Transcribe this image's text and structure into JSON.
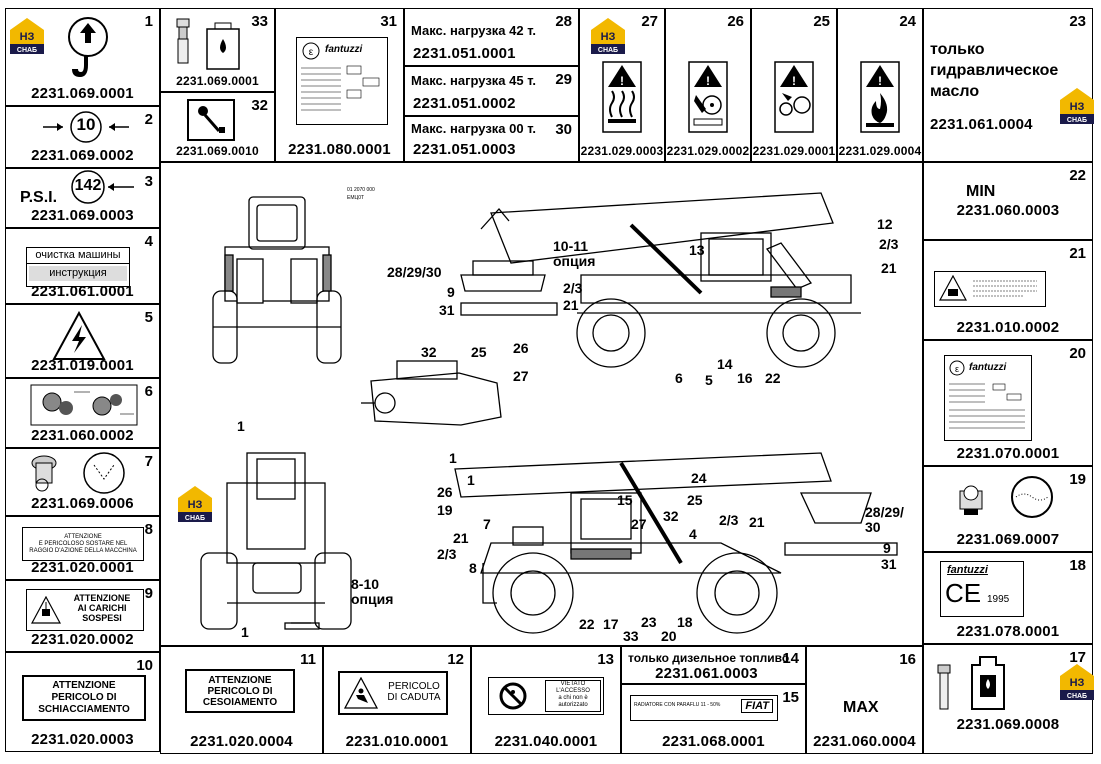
{
  "logo_text": "СНАБ",
  "logo_mark": "НЗ",
  "cells": {
    "c1": {
      "num": "1",
      "pn": "2231.069.0001"
    },
    "c2": {
      "num": "2",
      "pn": "2231.069.0002",
      "value": "10"
    },
    "c3": {
      "num": "3",
      "pn": "2231.069.0003",
      "value": "142",
      "label": "P.S.I."
    },
    "c4": {
      "num": "4",
      "pn": "2231.061.0001",
      "line1": "очистка машины",
      "line2": "инструкция"
    },
    "c5": {
      "num": "5",
      "pn": "2231.019.0001"
    },
    "c6": {
      "num": "6",
      "pn": "2231.060.0002"
    },
    "c7": {
      "num": "7",
      "pn": "2231.069.0006"
    },
    "c8": {
      "num": "8",
      "pn": "2231.020.0001",
      "text": "ATTENZIONE\nE PERICOLOSO SOSTARE NEL\nRAGGIO D'AZIONE DELLA MACCHINA"
    },
    "c9": {
      "num": "9",
      "pn": "2231.020.0002",
      "text": "ATTENZIONE\nAI CARICHI\nSOSPESI"
    },
    "c10": {
      "num": "10",
      "pn": "2231.020.0003",
      "text": "ATTENZIONE\nPERICOLO DI\nSCHIACCIAMENTO"
    },
    "c11": {
      "num": "11",
      "pn": "2231.020.0004",
      "text": "ATTENZIONE\nPERICOLO DI\nCESOIAMENTO"
    },
    "c12": {
      "num": "12",
      "pn": "2231.010.0001",
      "text": "PERICOLO\nDI CADUTA"
    },
    "c13": {
      "num": "13",
      "pn": "2231.040.0001",
      "text": "VIETATO\nL'ACCESSO\na chi non è\nautorizzato"
    },
    "c14": {
      "num": "14",
      "pn": "2231.061.0003",
      "title": "только дизельное топливо"
    },
    "c15": {
      "num": "15",
      "pn": "2231.068.0001",
      "brand": "FIAT",
      "small": "RADIATORE CON PARAFLU 11 - 50%"
    },
    "c16": {
      "num": "16",
      "pn": "2231.060.0004",
      "title": "MAX"
    },
    "c17": {
      "num": "17",
      "pn": "2231.069.0008"
    },
    "c18": {
      "num": "18",
      "pn": "2231.078.0001",
      "brand": "fantuzzi",
      "year": "1995",
      "ce": "CE"
    },
    "c19": {
      "num": "19",
      "pn": "2231.069.0007"
    },
    "c20": {
      "num": "20",
      "pn": "2231.070.0001",
      "brand": "fantuzzi"
    },
    "c21": {
      "num": "21",
      "pn": "2231.010.0002"
    },
    "c22": {
      "num": "22",
      "pn": "2231.060.0003",
      "title": "MIN"
    },
    "c23": {
      "num": "23",
      "pn": "2231.061.0004",
      "title": "только\nгидравлическое\nмасло"
    },
    "c24": {
      "num": "24",
      "pn": "2231.029.0004"
    },
    "c25": {
      "num": "25",
      "pn": "2231.029.0001"
    },
    "c26": {
      "num": "26",
      "pn": "2231.029.0002"
    },
    "c27": {
      "num": "27",
      "pn": "2231.029.0003"
    },
    "c28": {
      "num": "28",
      "pn": "2231.051.0001",
      "title": "Макс. нагрузка 42 т."
    },
    "c29": {
      "num": "29",
      "pn": "2231.051.0002",
      "title": "Макс. нагрузка 45 т."
    },
    "c30": {
      "num": "30",
      "pn": "2231.051.0003",
      "title": "Макс. нагрузка 00 т."
    },
    "c31": {
      "num": "31",
      "pn": "2231.080.0001",
      "brand": "fantuzzi"
    },
    "c32": {
      "num": "32",
      "pn": "2231.069.0010"
    },
    "c33": {
      "num": "33",
      "pn": "2231.069.0001"
    }
  },
  "drawing": {
    "small_print": [
      "01 2070 000",
      "ЕМЦ0Т"
    ],
    "callouts_top": {
      "opt1011": "10-11\nопция",
      "n13": "13",
      "n12": "12",
      "n23a": "2/3",
      "n21a": "21",
      "n2830": "28/29/30",
      "n9": "9",
      "n31": "31",
      "n23b": "2/3",
      "n21b": "21",
      "n6": "6",
      "n14": "14",
      "n5": "5",
      "n16": "16",
      "n22": "22",
      "n32": "32",
      "n25": "25",
      "n26": "26",
      "n27": "27"
    },
    "callouts_bottom": {
      "n1a": "1",
      "n1b": "1",
      "n1c": "1",
      "n1d": "1",
      "opt810": "8-10\nопция",
      "n24": "24",
      "n26": "26",
      "n15": "15",
      "n25": "25",
      "n19": "19",
      "n32": "32",
      "n7": "7",
      "n27": "27",
      "n4": "4",
      "n21a": "21",
      "n23a": "2/3",
      "n8": "8",
      "n23b": "2/3",
      "n21b": "21",
      "n2830": "28/29/\n30",
      "n9": "9",
      "n31": "31",
      "n22": "22",
      "n17": "17",
      "n33": "33",
      "n23": "23",
      "n20": "20",
      "n18": "18"
    }
  }
}
